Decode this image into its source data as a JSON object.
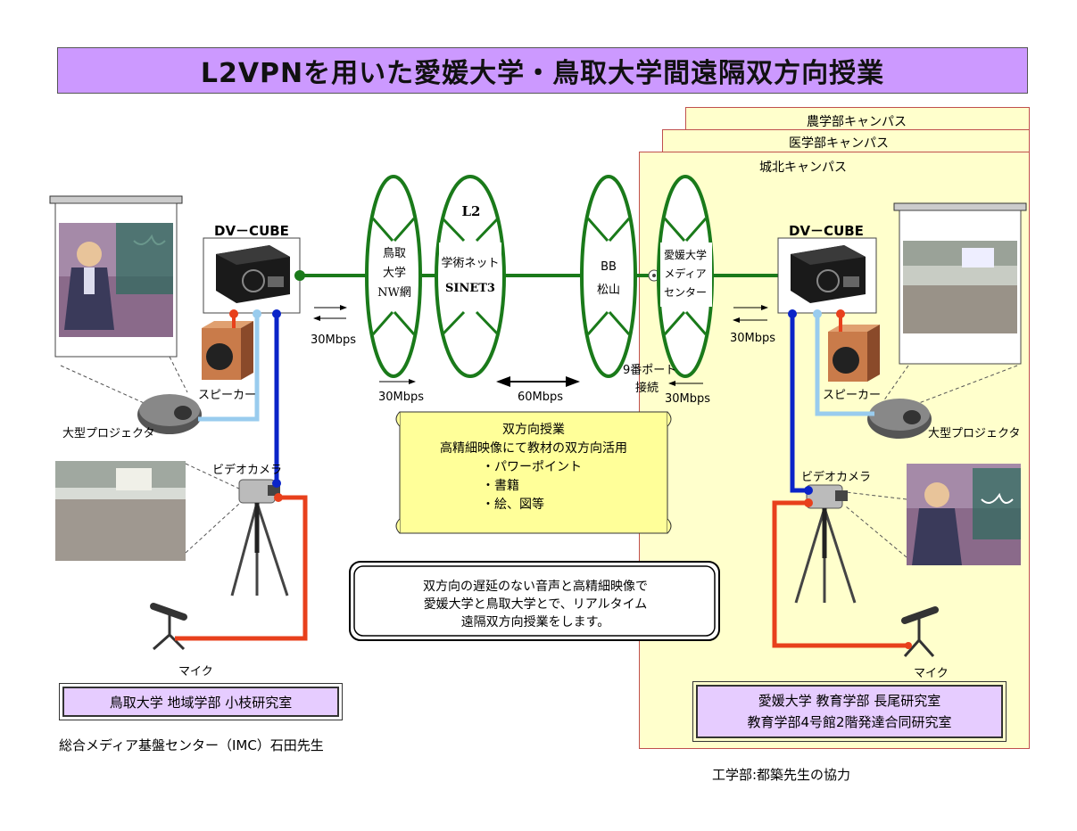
{
  "title": "L2VPNを用いた愛媛大学・鳥取大学間遠隔双方向授業",
  "campuses": {
    "agri": "農学部キャンパス",
    "med": "医学部キャンパス",
    "johoku": "城北キャンパス"
  },
  "left": {
    "dvcube": "DV－CUBE",
    "speaker": "スピーカー",
    "projector": "大型プロジェクタ",
    "camera": "ビデオカメラ",
    "mic": "マイク",
    "bandwidth": "30Mbps",
    "lab": "鳥取大学 地域学部 小枝研究室",
    "credit": "総合メディア基盤センター（IMC）石田先生"
  },
  "right": {
    "dvcube": "DV－CUBE",
    "speaker": "スピーカー",
    "projector": "大型プロジェクタ",
    "camera": "ビデオカメラ",
    "mic": "マイク",
    "bandwidth": "30Mbps",
    "lab_line1": "愛媛大学 教育学部 長尾研究室",
    "lab_line2": "教育学部4号館2階発達合同研究室",
    "credit": "工学部:都築先生の協力"
  },
  "network": {
    "tottori_nw": [
      "鳥取",
      "大学",
      "NW網"
    ],
    "l2": "L2",
    "sinet_line1": "学術ネット",
    "sinet_line2": "SINET3",
    "bb_line1": "BB",
    "bb_line2": "松山",
    "ehime_center": [
      "愛媛大学",
      "メディア",
      "センター"
    ],
    "port_line1": "9番ポート",
    "port_line2": "接続",
    "bw_left_top": "30Mbps",
    "bw_left_bottom": "30Mbps",
    "bw_middle": "60Mbps",
    "bw_right_bottom": "30Mbps"
  },
  "info_box": {
    "heading": "双方向授業",
    "subheading": "高精細映像にて教材の双方向活用",
    "items": [
      "・パワーポイント",
      "・書籍",
      "・絵、図等"
    ]
  },
  "message": {
    "line1": "双方向の遅延のない音声と高精細映像で",
    "line2": "愛媛大学と鳥取大学とで、リアルタイム",
    "line3": "遠隔双方向授業をします。"
  },
  "colors": {
    "title_bg": "#cc99ff",
    "campus_bg": "#ffffcc",
    "network_green": "#1a7a1a",
    "cable_blue": "#0a24c8",
    "cable_lightblue": "#99ccee",
    "cable_red": "#e8401c",
    "lab_bg": "#e6ccff"
  }
}
